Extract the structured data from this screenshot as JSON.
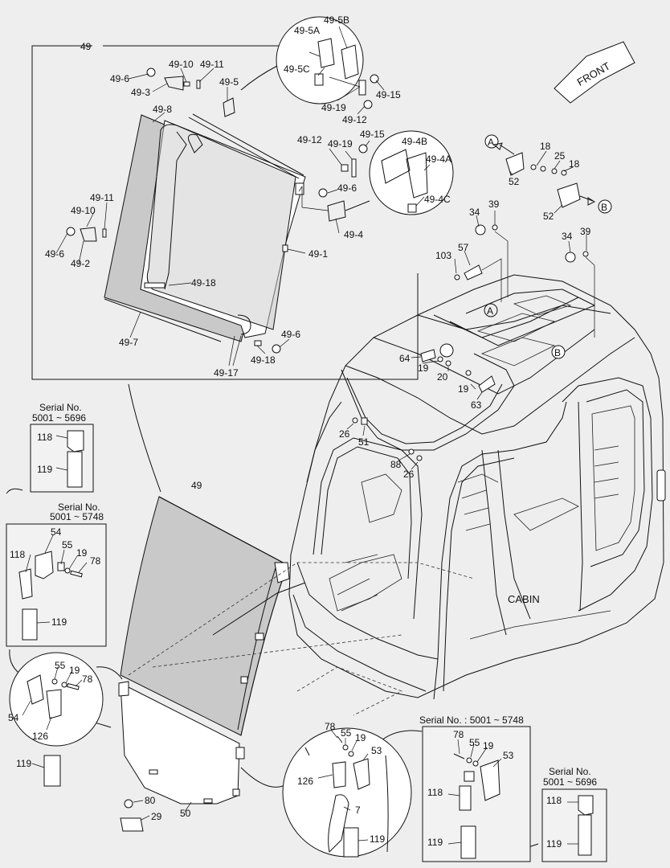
{
  "labels": {
    "c49_top": "49",
    "c49_mid": "49",
    "c49_5a": "49-5A",
    "c49_5b": "49-5B",
    "c49_5c": "49-5C",
    "c49_19a": "49-19",
    "c49_15a": "49-15",
    "c49_12a": "49-12",
    "c49_6a": "49-6",
    "c49_3": "49-3",
    "c49_10a": "49-10",
    "c49_11a": "49-11",
    "c49_5": "49-5",
    "c49_8": "49-8",
    "c49_12b": "49-12",
    "c49_19b": "49-19",
    "c49_15b": "49-15",
    "c49_4b": "49-4B",
    "c49_4a": "49-4A",
    "c49_6b": "49-6",
    "c49_4c": "49-4C",
    "c49_4": "49-4",
    "c49_11b": "49-11",
    "c49_10b": "49-10",
    "c49_6c": "49-6",
    "c49_2": "49-2",
    "c49_1": "49-1",
    "c49_18a": "49-18",
    "c49_7": "49-7",
    "c49_6d": "49-6",
    "c49_18b": "49-18",
    "c49_17": "49-17",
    "front": "FRONT",
    "cabin": "CABIN",
    "markA1": "A",
    "markB1": "B",
    "markA2": "A",
    "markB2": "B",
    "n18a": "18",
    "n25": "25",
    "n18b": "18",
    "n52a": "52",
    "n52b": "52",
    "n34a": "34",
    "n39a": "39",
    "n34b": "34",
    "n39b": "39",
    "n57": "57",
    "n103": "103",
    "n64": "64",
    "n19a": "19",
    "n20": "20",
    "n19b": "19",
    "n63": "63",
    "n26a": "26",
    "n51": "51",
    "n88": "88",
    "n26b": "26",
    "serial_l1_title": "Serial No.",
    "serial_l1_range": "5001 ~ 5696",
    "serial_l2_title": "Serial No.",
    "serial_l2_range": "5001 ~ 5748",
    "serial_r1": "Serial No. : 5001 ~ 5748",
    "serial_r2_title": "Serial No.",
    "serial_r2_range": "5001 ~ 5696",
    "n118a": "118",
    "n119a": "119",
    "n54a": "54",
    "n55a": "55",
    "n19c": "19",
    "n78a": "78",
    "n118b": "118",
    "n119b": "119",
    "n55b": "55",
    "n19d": "19",
    "n78b": "78",
    "n54b": "54",
    "n126a": "126",
    "n119c": "119",
    "n80": "80",
    "n29": "29",
    "n50": "50",
    "n78c": "78",
    "n55c": "55",
    "n19e": "19",
    "n53a": "53",
    "n126b": "126",
    "n7": "7",
    "n119d": "119",
    "n78d": "78",
    "n55d": "55",
    "n19f": "19",
    "n53b": "53",
    "n118c": "118",
    "n119e": "119",
    "n118d": "118",
    "n119f": "119"
  },
  "colors": {
    "background": "#eeeeee",
    "glass": "#c9c9c9",
    "line": "#111111"
  }
}
